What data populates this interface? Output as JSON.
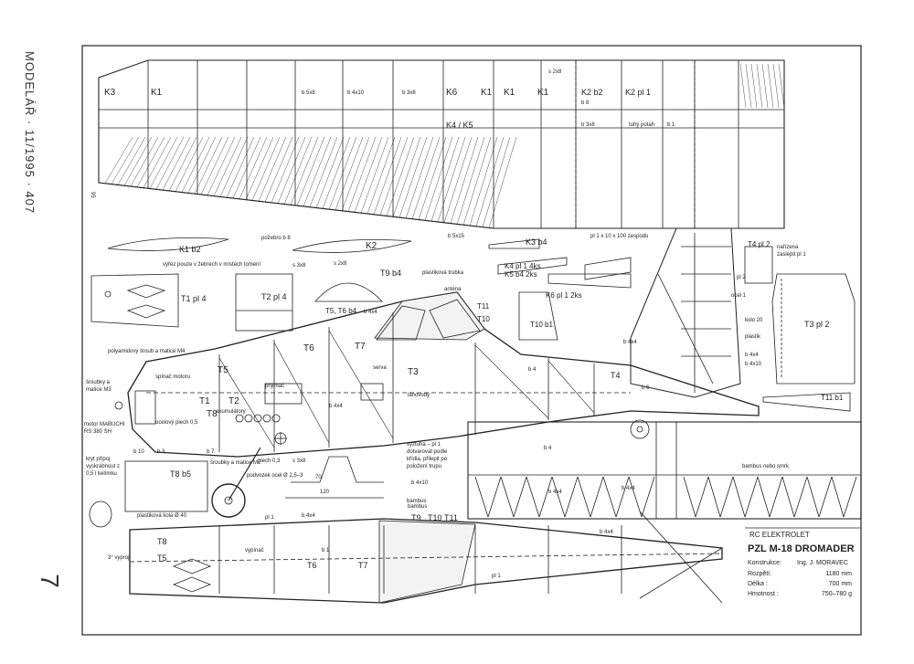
{
  "magazine_ref": "MODELÁŘ · 11/1995 · 407",
  "page_number": "7",
  "colors": {
    "ink": "#222222",
    "paper": "#ffffff",
    "hatch": "#555555"
  },
  "title_block": {
    "header": "RC ELEKTROLET",
    "title": "PZL M-18 DROMADER",
    "design_label": "Konstrukce:",
    "designer": "Ing. J. MORAVEC",
    "specs": [
      {
        "label": "Rozpětí:",
        "value": "1180 mm"
      },
      {
        "label": "Délka :",
        "value": "700 mm"
      },
      {
        "label": "Hmotnost :",
        "value": "750–780 g"
      }
    ]
  },
  "labels": {
    "wing": {
      "k3": "K3",
      "k1a": "K1",
      "k6": "K6",
      "k1b": "K1",
      "k1c": "K1",
      "k1d": "K1",
      "k2b2": "K2 b2",
      "b8": "b 8",
      "k2pl1": "K2 pl 1",
      "k4k5": "K4 / K5",
      "b5x8": "b 5x8",
      "b4x10": "b 4x10",
      "b3x8a": "b 3x8",
      "s2x8": "s 2x8",
      "b3x8b": "b 3x8",
      "tuhy_potah": "tuhý potah",
      "b1": "b 1",
      "dim95": "95",
      "b5x15": "b 5x15",
      "pl_bespodu": "pl 1 x 10 x 100 zespodu"
    },
    "parts": {
      "k1b2": "K1 b2",
      "pozebra": "požebro b 8",
      "vyrez": "výřez pouze v žebrech v místech lomení",
      "k2": "K2",
      "s3x8": "s 3x8",
      "s2x8": "s 2x8",
      "k3b4": "K3 b4",
      "k4": "K4 pl 1 4ks",
      "k5": "K5 b4 2ks",
      "k6": "K6 pl 1 2ks",
      "t1": "T1 pl 4",
      "t2": "T2 pl 4",
      "t5t6": "T5, T6 b4",
      "b4x4a": "b 4x4",
      "t9": "T9 b4",
      "plast_trubka": "plastiková trubka",
      "antena": "anténa",
      "t11a": "T11",
      "t10a": "T10",
      "t10b1": "T10 b1",
      "t4pl2": "T4 pl 2",
      "pristanovy": "nařízena",
      "zaslep": "zaslepit pl 1",
      "pl2": "pl 2",
      "ocel": "ocel 1",
      "kolo": "kolo 20",
      "plastik": "plastik",
      "t3pl2": "T3 pl 2",
      "b4x4b": "b 4x4",
      "b4x10": "b 4x10",
      "t11b1": "T11 b1"
    },
    "fuselage": {
      "polyamid": "polyamidový šroub a matice M4",
      "sroubky": "šroubky a",
      "matice": "matice M3",
      "t5": "T5",
      "spinac": "spínač motoru",
      "t1": "T1",
      "t2": "T2",
      "t8": "T8",
      "akumulator": "akumulátory",
      "t6": "T6",
      "t7": "T7",
      "t3": "T3",
      "serva": "serva",
      "prijimac": "přijímač",
      "b4x4": "b 4x4",
      "lanovody": "lanovody",
      "motor": "motor MABUCHI",
      "rs": "RS 380 SH",
      "plech": "ocelový plech 0,5",
      "b10": "b 10",
      "b3": "b 3",
      "b7": "b 7",
      "sroubky2": "šroubky a matice M2",
      "plech03": "plech 0,3",
      "s3x8": "s 3x8",
      "podvozek": "podvozek ocel Ø 2,5–3",
      "d70": "70",
      "d120": "120",
      "vyztuha": "výztuha – pl 1",
      "dotvarovat": "dotvarovat podle",
      "kridla": "křídla, přilepit po",
      "polozeni": "položení trupu",
      "b4x10": "b 4x10",
      "bambus": "bambus",
      "b4": "b 4",
      "t4": "T4",
      "b6": "b 6",
      "b4x4b": "b 4x4",
      "kryt": "kryt přípoj",
      "vyskrabnout": "vyskrábnout z",
      "kelimku": "0,5 l kelímku",
      "t8b5": "T8 b5",
      "kola": "plastiková kola Ø 40"
    },
    "tail": {
      "b4": "b 4",
      "bambus_smrk": "bambus nebo smrk",
      "b4x4": "b 4x4",
      "b4x4b": "b 4x4"
    },
    "plan": {
      "t9": "T9",
      "t10": "T10",
      "t11": "T11",
      "bambus": "bambus",
      "t8": "T8",
      "t5": "T5",
      "t6": "T6",
      "t7": "T7",
      "pl1": "pl 1",
      "b1": "b 1",
      "b4x4": "b 4x4",
      "vypinac": "vypínač",
      "vyproj": "3° vyproj",
      "b4x4b": "b 4x4",
      "pl1b": "pl 1"
    }
  }
}
